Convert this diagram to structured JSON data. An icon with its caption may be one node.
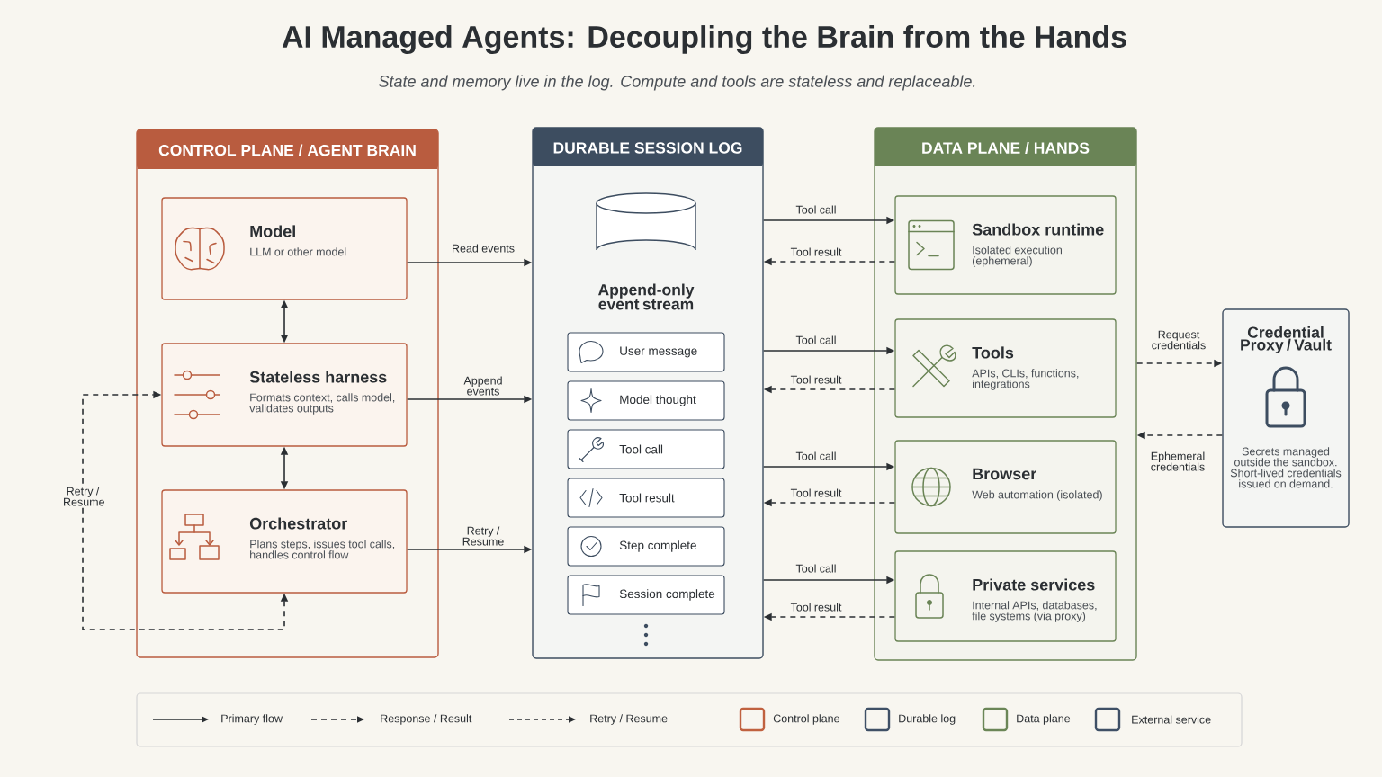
{
  "diagram": {
    "title": "AI Managed Agents: Decoupling the Brain from the Hands",
    "nodes": [
      {
        "text": [
          "CONTROL PLANE / AGENT BRAIN"
        ]
      },
      {
        "text": [
          "Model",
          "LLM or other model"
        ],
        "in": 0
      },
      {
        "text": [
          "Stateless harness",
          "Formats context, calls model, validates outputs"
        ],
        "in": 0
      },
      {
        "text": [
          "Orchestrator",
          "Plans steps, issues tool calls, handles control flow"
        ],
        "in": 0
      },
      {
        "text": [
          "DURABLE SESSION LOG"
        ]
      },
      {
        "text": [
          "Append-only event stream"
        ],
        "in": 4
      },
      {
        "text": [
          "User message"
        ],
        "in": 4
      },
      {
        "text": [
          "Model thought"
        ],
        "in": 4
      },
      {
        "text": [
          "Tool call"
        ],
        "in": 4
      },
      {
        "text": [
          "Tool result"
        ],
        "in": 4
      },
      {
        "text": [
          "Step complete"
        ],
        "in": 4
      },
      {
        "text": [
          "Session complete"
        ],
        "in": 4
      },
      {
        "text": [
          "DATA PLANE / HANDS"
        ]
      },
      {
        "text": [
          "Sandbox runtime",
          "Isolated execution (ephemeral)"
        ],
        "in": 12
      },
      {
        "text": [
          "Tools",
          "APIs, CLIs, functions, integrations"
        ],
        "in": 12
      },
      {
        "text": [
          "Browser",
          "Web automation (isolated)"
        ],
        "in": 12
      },
      {
        "text": [
          "Private services",
          "Internal APIs, databases, file systems (via proxy)"
        ],
        "in": 12
      },
      {
        "text": [
          "Credential Proxy / Vault",
          "Secrets managed outside the sandbox. Short-lived credentials issued on demand."
        ]
      }
    ],
    "edges": [
      {
        "from": 1,
        "to": 2,
        "arrow": "both"
      },
      {
        "from": 2,
        "to": 3,
        "arrow": "both"
      },
      {
        "from": 3,
        "to": 2,
        "arrow": "both",
        "style": "dashed",
        "label": "Retry / Resume"
      },
      {
        "from": 1,
        "to": 4,
        "arrow": "to",
        "label": "Read events"
      },
      {
        "from": 2,
        "to": 4,
        "arrow": "to",
        "label": "Append events"
      },
      {
        "from": 3,
        "to": 4,
        "arrow": "to",
        "label": "Retry / Resume"
      },
      {
        "from": 4,
        "to": 13,
        "arrow": "to",
        "label": "Tool call"
      },
      {
        "from": 13,
        "to": 4,
        "arrow": "to",
        "style": "dashed",
        "label": "Tool result"
      },
      {
        "from": 4,
        "to": 14,
        "arrow": "to",
        "label": "Tool call"
      },
      {
        "from": 14,
        "to": 4,
        "arrow": "to",
        "style": "dashed",
        "label": "Tool result"
      },
      {
        "from": 4,
        "to": 15,
        "arrow": "to",
        "label": "Tool call"
      },
      {
        "from": 15,
        "to": 4,
        "arrow": "to",
        "style": "dashed",
        "label": "Tool result"
      },
      {
        "from": 4,
        "to": 16,
        "arrow": "to",
        "label": "Tool call"
      },
      {
        "from": 16,
        "to": 4,
        "arrow": "to",
        "style": "dashed",
        "label": "Tool result"
      },
      {
        "from": 12,
        "to": 17,
        "arrow": "to",
        "style": "dashed",
        "label": "Request credentials"
      },
      {
        "from": 17,
        "to": 12,
        "arrow": "to",
        "style": "dashed",
        "label": "Ephemeral credentials"
      }
    ],
    "labels": [
      "State and memory live in the log. Compute and tools are stateless and replaceable."
    ],
    "legend": [
      {
        "text": "Primary flow"
      },
      {
        "text": "Response / Result"
      },
      {
        "text": "Retry / Resume"
      },
      {
        "text": "Control plane",
        "color": "#c0613f"
      },
      {
        "text": "Durable log",
        "color": "#3f5066"
      },
      {
        "text": "Data plane",
        "color": "#6b8657"
      },
      {
        "text": "External service",
        "color": "#3f5066"
      }
    ]
  }
}
